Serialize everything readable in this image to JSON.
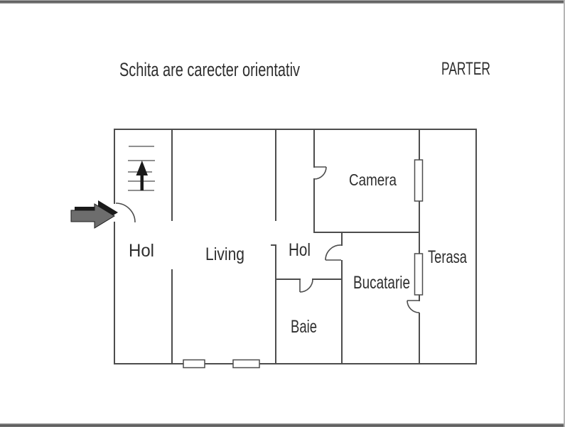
{
  "header": {
    "title": "Schita are carecter orientativ",
    "floor_label": "PARTER"
  },
  "floorplan": {
    "rooms": [
      {
        "id": "hol-1",
        "label": "Hol"
      },
      {
        "id": "living",
        "label": "Living"
      },
      {
        "id": "hol-2",
        "label": "Hol"
      },
      {
        "id": "camera",
        "label": "Camera"
      },
      {
        "id": "bucatarie",
        "label": "Bucatarie"
      },
      {
        "id": "baie",
        "label": "Baie"
      },
      {
        "id": "terasa",
        "label": "Terasa"
      }
    ],
    "icons": [
      {
        "name": "entrance-arrow-icon"
      },
      {
        "name": "stairs-up-arrow-icon"
      }
    ],
    "counts": {
      "windows": 4,
      "doors": 5
    },
    "colors": {
      "wall": "#4d4d4d",
      "text": "#2e2e2e",
      "arrow_fill": "#6d6d6d",
      "arrow_shadow": "#1a1a1a",
      "background": "#ffffff",
      "frame": "#5a5a5a"
    }
  }
}
